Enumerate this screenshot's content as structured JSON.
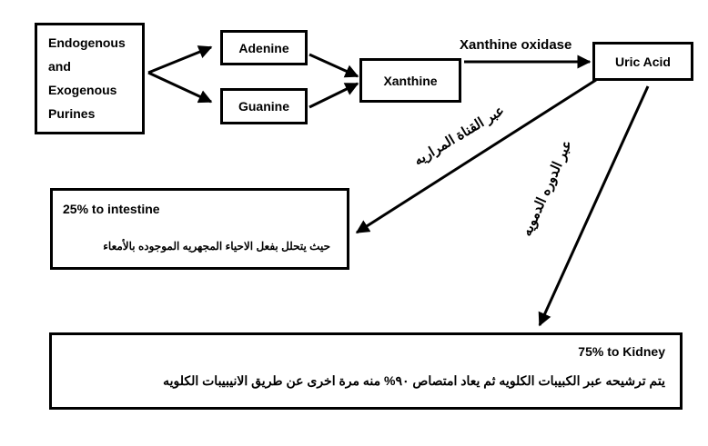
{
  "nodes": {
    "purines": {
      "line1": "Endogenous",
      "line2": "and",
      "line3": "Exogenous",
      "line4": "Purines"
    },
    "adenine": "Adenine",
    "guanine": "Guanine",
    "xanthine": "Xanthine",
    "uric_acid": "Uric Acid",
    "intestine": {
      "title": "25% to intestine",
      "note": "حيث يتحلل بفعل الاحياء المجهريه الموجوده بالأمعاء"
    },
    "kidney": {
      "title": "75% to Kidney",
      "note": "يتم ترشيحه عبر الكبيبات الكلويه ثم يعاد امتصاص ٩٠% منه مرة اخرى عن طريق الانيبيبات الكلويه"
    }
  },
  "edges": {
    "xanthine_oxidase": "Xanthine oxidase",
    "bile_route": "عبر القناة المراريه",
    "blood_route": "عبر الدوره الدمويه"
  }
}
